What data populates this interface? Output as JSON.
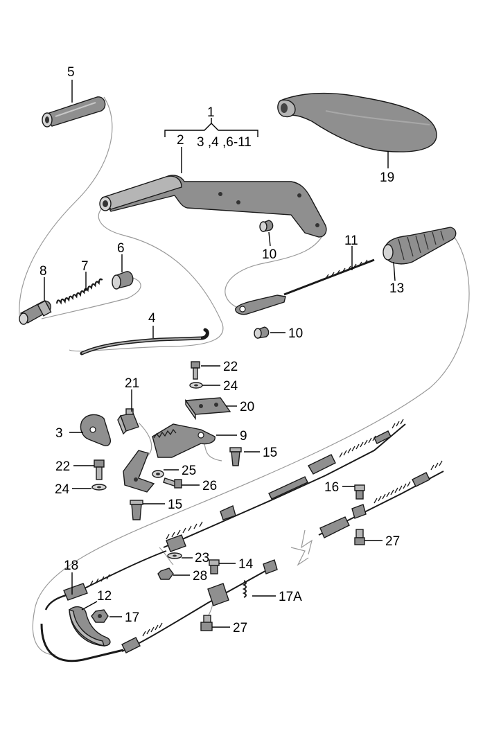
{
  "diagram": {
    "labels": {
      "p1": "1",
      "p1_range": "3 ,4 ,6-11",
      "p2": "2",
      "p3": "3",
      "p4": "4",
      "p5": "5",
      "p6": "6",
      "p7": "7",
      "p8": "8",
      "p9": "9",
      "p10a": "10",
      "p10b": "10",
      "p11": "11",
      "p12": "12",
      "p13": "13",
      "p14": "14",
      "p15a": "15",
      "p15b": "15",
      "p16": "16",
      "p17": "17",
      "p17a": "17A",
      "p18": "18",
      "p19": "19",
      "p20": "20",
      "p21": "21",
      "p22a": "22",
      "p22b": "22",
      "p23": "23",
      "p24a": "24",
      "p24b": "24",
      "p25": "25",
      "p26": "26",
      "p27a": "27",
      "p27b": "27",
      "p28": "28"
    }
  }
}
